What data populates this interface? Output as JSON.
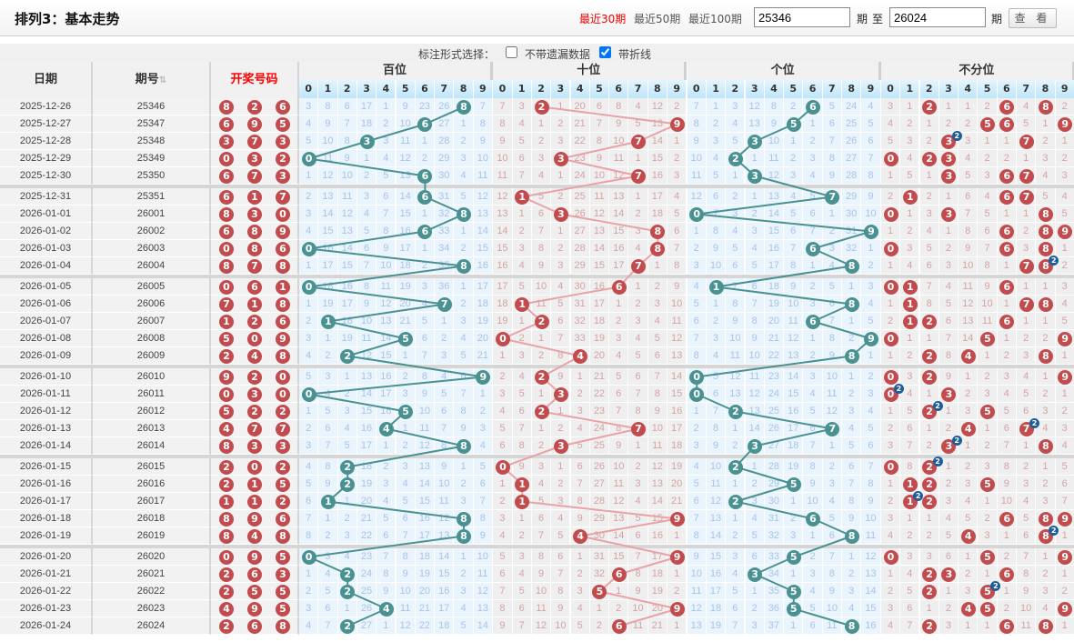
{
  "header": {
    "title": "排列3：基本走势",
    "range_links": [
      "最近30期",
      "最近50期",
      "最近100期"
    ],
    "active_range": 0,
    "from_issue": "25346",
    "to_issue": "26024",
    "label_issue": "期",
    "label_to": "至",
    "label_issue_end": "期",
    "view_button": "查 看"
  },
  "controls": {
    "label": "标注形式选择：",
    "option_no_miss": "不带遗漏数据",
    "option_no_miss_checked": false,
    "option_lines": "带折线",
    "option_lines_checked": true
  },
  "table_headers": {
    "date": "日期",
    "issue": "期号",
    "numbers": "开奖号码",
    "groups": [
      "百位",
      "十位",
      "个位",
      "不分位"
    ],
    "digits": [
      "0",
      "1",
      "2",
      "3",
      "4",
      "5",
      "6",
      "7",
      "8",
      "9"
    ]
  },
  "colors": {
    "teal": "#4a9191",
    "red": "#c24b4e",
    "teal_line": "#4a9191",
    "pink_line": "#e9a3a6",
    "badge": "#1d5d9a",
    "numbers_header": "#ff0000"
  },
  "initial_miss": [
    [
      3,
      8,
      6,
      17,
      1,
      9,
      23,
      26,
      0,
      7
    ],
    [
      7,
      3,
      0,
      1,
      20,
      6,
      8,
      4,
      12,
      2
    ],
    [
      7,
      1,
      3,
      12,
      8,
      2,
      0,
      5,
      24,
      4
    ],
    [
      3,
      1,
      0,
      1,
      1,
      2,
      0,
      4,
      0,
      2
    ]
  ],
  "rows": [
    {
      "date": "2025-12-26",
      "issue": "25346",
      "nums": [
        8,
        2,
        6
      ]
    },
    {
      "date": "2025-12-27",
      "issue": "25347",
      "nums": [
        6,
        9,
        5
      ]
    },
    {
      "date": "2025-12-28",
      "issue": "25348",
      "nums": [
        3,
        7,
        3
      ]
    },
    {
      "date": "2025-12-29",
      "issue": "25349",
      "nums": [
        0,
        3,
        2
      ]
    },
    {
      "date": "2025-12-30",
      "issue": "25350",
      "nums": [
        6,
        7,
        3
      ]
    },
    {
      "date": "2025-12-31",
      "issue": "25351",
      "nums": [
        6,
        1,
        7
      ]
    },
    {
      "date": "2026-01-01",
      "issue": "26001",
      "nums": [
        8,
        3,
        0
      ]
    },
    {
      "date": "2026-01-02",
      "issue": "26002",
      "nums": [
        6,
        8,
        9
      ]
    },
    {
      "date": "2026-01-03",
      "issue": "26003",
      "nums": [
        0,
        8,
        6
      ]
    },
    {
      "date": "2026-01-04",
      "issue": "26004",
      "nums": [
        8,
        7,
        8
      ]
    },
    {
      "date": "2026-01-05",
      "issue": "26005",
      "nums": [
        0,
        6,
        1
      ]
    },
    {
      "date": "2026-01-06",
      "issue": "26006",
      "nums": [
        7,
        1,
        8
      ]
    },
    {
      "date": "2026-01-07",
      "issue": "26007",
      "nums": [
        1,
        2,
        6
      ]
    },
    {
      "date": "2026-01-08",
      "issue": "26008",
      "nums": [
        5,
        0,
        9
      ]
    },
    {
      "date": "2026-01-09",
      "issue": "26009",
      "nums": [
        2,
        4,
        8
      ]
    },
    {
      "date": "2026-01-10",
      "issue": "26010",
      "nums": [
        9,
        2,
        0
      ]
    },
    {
      "date": "2026-01-11",
      "issue": "26011",
      "nums": [
        0,
        3,
        0
      ]
    },
    {
      "date": "2026-01-12",
      "issue": "26012",
      "nums": [
        5,
        2,
        2
      ]
    },
    {
      "date": "2026-01-13",
      "issue": "26013",
      "nums": [
        4,
        7,
        7
      ]
    },
    {
      "date": "2026-01-14",
      "issue": "26014",
      "nums": [
        8,
        3,
        3
      ]
    },
    {
      "date": "2026-01-15",
      "issue": "26015",
      "nums": [
        2,
        0,
        2
      ]
    },
    {
      "date": "2026-01-16",
      "issue": "26016",
      "nums": [
        2,
        1,
        5
      ]
    },
    {
      "date": "2026-01-17",
      "issue": "26017",
      "nums": [
        1,
        1,
        2
      ]
    },
    {
      "date": "2026-01-18",
      "issue": "26018",
      "nums": [
        8,
        9,
        6
      ]
    },
    {
      "date": "2026-01-19",
      "issue": "26019",
      "nums": [
        8,
        4,
        8
      ]
    },
    {
      "date": "2026-01-20",
      "issue": "26020",
      "nums": [
        0,
        9,
        5
      ]
    },
    {
      "date": "2026-01-21",
      "issue": "26021",
      "nums": [
        2,
        6,
        3
      ]
    },
    {
      "date": "2026-01-22",
      "issue": "26022",
      "nums": [
        2,
        5,
        5
      ]
    },
    {
      "date": "2026-01-23",
      "issue": "26023",
      "nums": [
        4,
        9,
        5
      ]
    },
    {
      "date": "2026-01-24",
      "issue": "26024",
      "nums": [
        2,
        6,
        8
      ]
    }
  ]
}
